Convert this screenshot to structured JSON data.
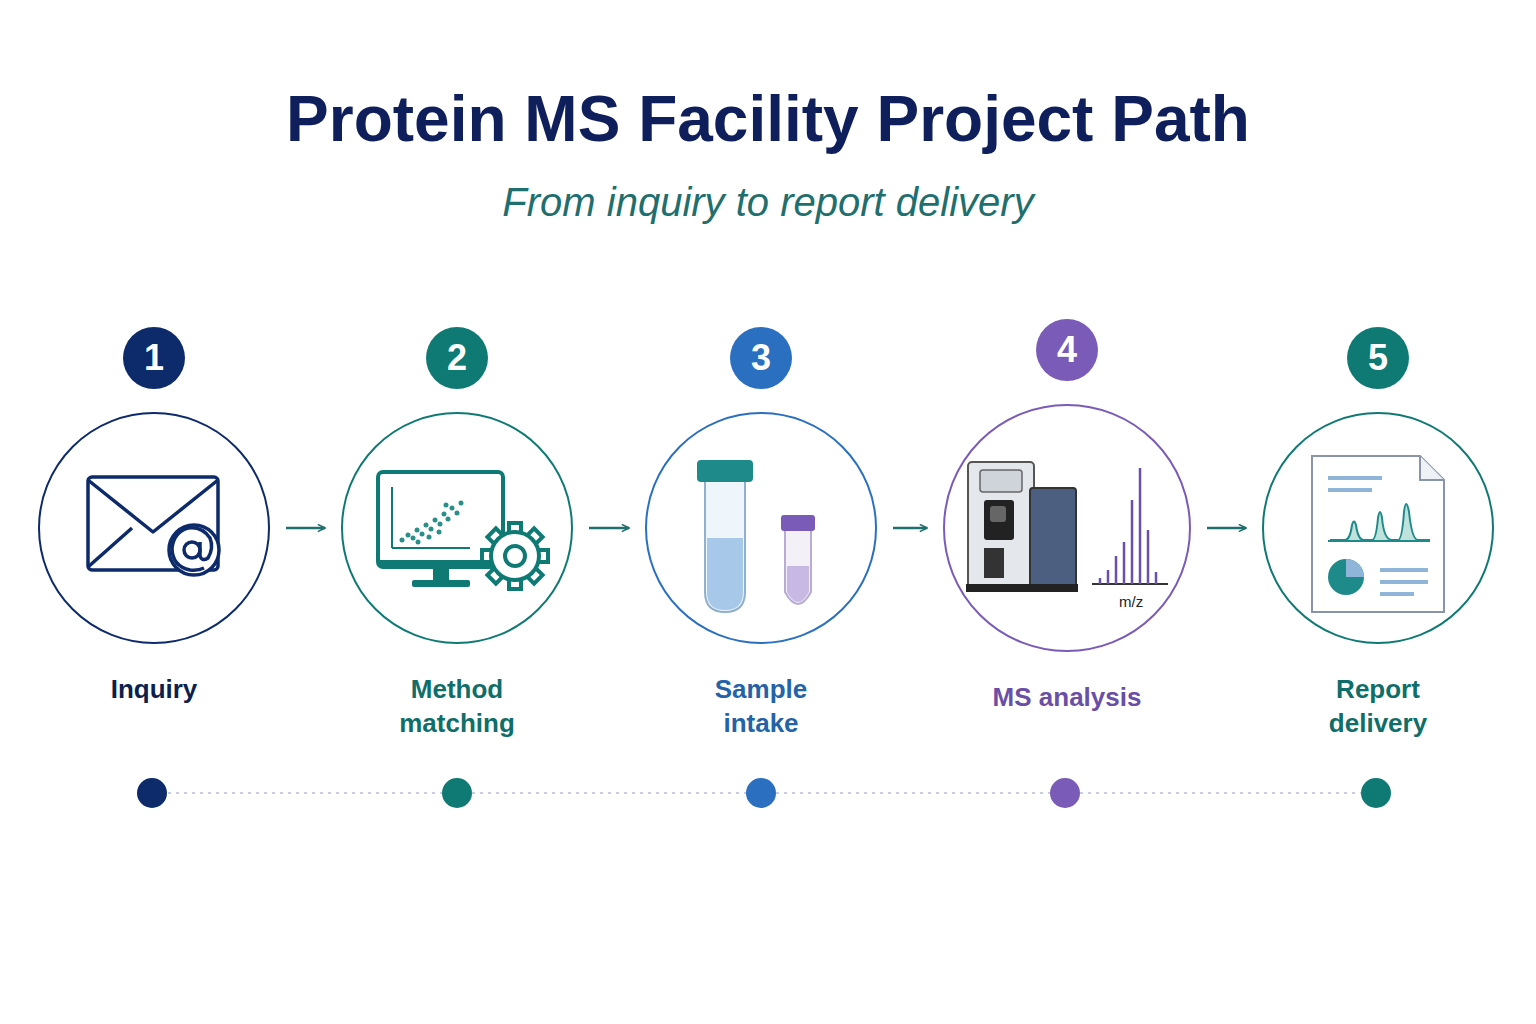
{
  "diagram": {
    "title": "Protein MS Facility Project Path",
    "caption": "From inquiry to report delivery",
    "nodes": [
      {
        "text": [
          "1",
          "Inquiry"
        ]
      },
      {
        "text": [
          "2",
          "Method matching"
        ]
      },
      {
        "text": [
          "3",
          "Sample intake"
        ]
      },
      {
        "text": [
          "4",
          "MS analysis"
        ]
      },
      {
        "text": [
          "5",
          "Report delivery"
        ]
      }
    ],
    "edges": [
      {
        "from": 0,
        "to": 1,
        "arrow": "to"
      },
      {
        "from": 1,
        "to": 2,
        "arrow": "to"
      },
      {
        "from": 2,
        "to": 3,
        "arrow": "to"
      },
      {
        "from": 3,
        "to": 4,
        "arrow": "to"
      }
    ],
    "labels": [
      "m/z"
    ]
  }
}
